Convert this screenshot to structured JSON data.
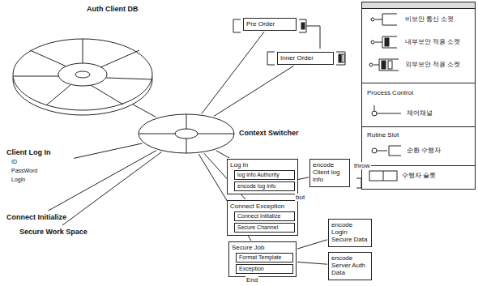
{
  "diagram": {
    "nodes": [
      {
        "text": [
          "Auth Client DB"
        ]
      },
      {
        "text": [
          "Context Switcher"
        ]
      },
      {
        "text": [
          "Pre Order"
        ]
      },
      {
        "text": [
          "Inner Order"
        ]
      },
      {
        "text": [
          "Client Log In",
          "ID",
          "PassWord",
          "Login"
        ]
      },
      {
        "text": [
          "Connect Initialize"
        ]
      },
      {
        "text": [
          "Secure Work Space"
        ]
      },
      {
        "text": [
          "Log In"
        ]
      },
      {
        "text": [
          "log info Authority"
        ],
        "in": 7
      },
      {
        "text": [
          "encode log info"
        ],
        "in": 7
      },
      {
        "text": [
          "Connect Exception"
        ]
      },
      {
        "text": [
          "Connect Initialize"
        ],
        "in": 10
      },
      {
        "text": [
          "Secure Channel"
        ],
        "in": 10
      },
      {
        "text": [
          "Secure Job"
        ]
      },
      {
        "text": [
          "Format Template"
        ],
        "in": 13
      },
      {
        "text": [
          "Exception"
        ],
        "in": 13
      },
      {
        "text": [
          "encode Client log info"
        ]
      },
      {
        "text": [
          "encode Login Secure Data"
        ]
      },
      {
        "text": [
          "encode Server Auth Data"
        ]
      }
    ],
    "edges": [
      {
        "from": 1,
        "to": 0,
        "arrow": "none"
      },
      {
        "from": 1,
        "to": 2,
        "arrow": "none"
      },
      {
        "from": 1,
        "to": 3,
        "arrow": "none"
      },
      {
        "from": 1,
        "to": 4,
        "arrow": "none"
      },
      {
        "from": 1,
        "to": 5,
        "arrow": "none"
      },
      {
        "from": 1,
        "to": 6,
        "arrow": "none"
      },
      {
        "from": 1,
        "to": 7,
        "arrow": "none"
      },
      {
        "from": 1,
        "to": 10,
        "arrow": "none"
      },
      {
        "from": 1,
        "to": 13,
        "arrow": "none"
      },
      {
        "from": 9,
        "to": 16,
        "arrow": "none"
      },
      {
        "from": 13,
        "to": 17,
        "arrow": "none"
      },
      {
        "from": 13,
        "to": 18,
        "arrow": "none"
      }
    ],
    "labels": [
      "throw",
      "but",
      "End",
      "Process Control",
      "Rutine Slot"
    ],
    "legend": [
      {
        "text": "비보안 통신 소켓"
      },
      {
        "text": "내부보안 적용 소켓"
      },
      {
        "text": "외부보안 적용 소켓"
      },
      {
        "text": "제어채널"
      },
      {
        "text": "순환 수행자"
      },
      {
        "text": "수행자 슬롯"
      }
    ]
  }
}
